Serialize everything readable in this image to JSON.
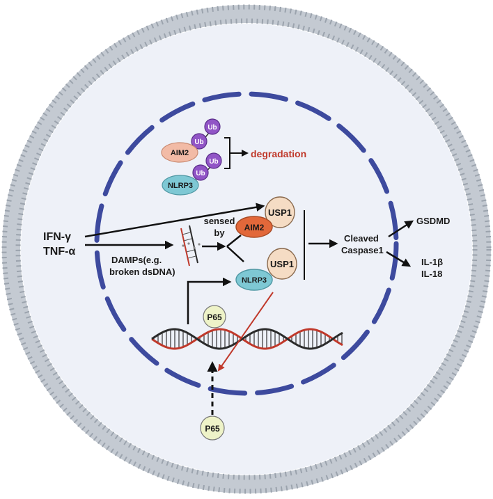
{
  "stimuli": {
    "ifn": "IFN-γ",
    "tnf": "TNF-α"
  },
  "damps": {
    "line1": "DAMPs(e.g.",
    "line2": "broken dsDNA)"
  },
  "sensed": {
    "line1": "sensed",
    "line2": "by"
  },
  "ub": {
    "label": "Ub"
  },
  "proteins": {
    "aim2": "AIM2",
    "nlrp3": "NLRP3",
    "usp1": "USP1",
    "p65": "P65"
  },
  "degradation": "degradation",
  "caspase": {
    "line1": "Cleaved",
    "line2": "Caspase1"
  },
  "outputs": {
    "gsdmd": "GSDMD",
    "il1b": "IL-1β",
    "il18": "IL-18"
  },
  "colors": {
    "membrane": "#9ba3ad",
    "cytoplasm": "#eef1f8",
    "nuclear_envelope": "#3d4a9e",
    "ub": "#9155c6",
    "aim2_faded": "#f2bba6",
    "aim2_active": "#e2683a",
    "nlrp3": "#7ec8d4",
    "usp1": "#f5dcc4",
    "p65": "#eef3c8",
    "degradation_text": "#c0392b",
    "dna_red": "#c0392b",
    "dna_dark": "#2b2b2b"
  }
}
